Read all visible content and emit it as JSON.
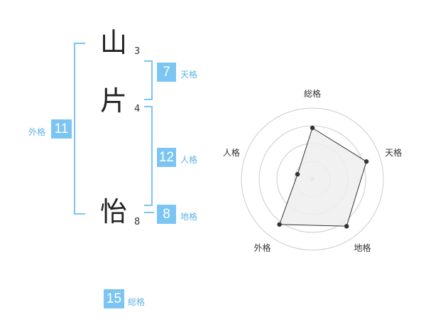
{
  "name": {
    "chars": [
      {
        "char": "山",
        "strokes": "3"
      },
      {
        "char": "片",
        "strokes": "4"
      },
      {
        "char": "怡",
        "strokes": "8"
      }
    ]
  },
  "kaku": {
    "tenkaku": {
      "value": "7",
      "label": "天格"
    },
    "jinkaku": {
      "value": "12",
      "label": "人格"
    },
    "chikaku": {
      "value": "8",
      "label": "地格"
    },
    "gaikaku": {
      "value": "11",
      "label": "外格"
    },
    "soukaku": {
      "value": "15",
      "label": "総格"
    }
  },
  "chart_data": {
    "type": "radar",
    "axes": [
      "総格",
      "天格",
      "地格",
      "外格",
      "人格"
    ],
    "values": [
      0.72,
      0.8,
      0.82,
      0.79,
      0.22
    ],
    "rings": 4,
    "colors": {
      "fill": "#efefef",
      "line": "#333333",
      "grid": "#cccccc",
      "point": "#333333"
    }
  }
}
